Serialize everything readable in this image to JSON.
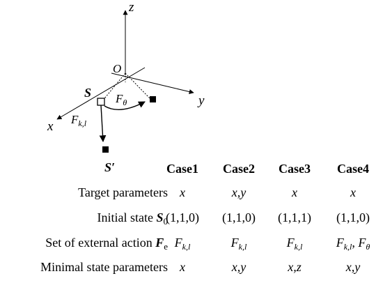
{
  "diagram": {
    "axes": {
      "z": "z",
      "y": "y",
      "x": "x",
      "origin": "O"
    },
    "state_label": "S",
    "state_prime_label": "S′",
    "force_label_main": "F",
    "force_label_sub": "k,l",
    "theta_force_main": "F",
    "theta_force_sub": "θ"
  },
  "table": {
    "columns": [
      "Case1",
      "Case2",
      "Case3",
      "Case4"
    ],
    "rows": {
      "target": {
        "label": "Target parameters",
        "values": [
          "x",
          "x,y",
          "x",
          "x"
        ]
      },
      "initial": {
        "label_text": "Initial state",
        "label_symbol": "S",
        "label_sub": "0",
        "values": [
          "(1,1,0)",
          "(1,1,0)",
          "(1,1,1)",
          "(1,1,0)"
        ]
      },
      "actions": {
        "label_text": "Set of external action",
        "label_symbol": "F",
        "label_sub": "e",
        "force_main": "F",
        "force_sub": "k,l",
        "extra_sep": ",",
        "extra_main": "F",
        "extra_sub": "θ"
      },
      "minimal": {
        "label": "Minimal state parameters",
        "values": [
          "x",
          "x,y",
          "x,z",
          "x,y"
        ]
      }
    }
  }
}
